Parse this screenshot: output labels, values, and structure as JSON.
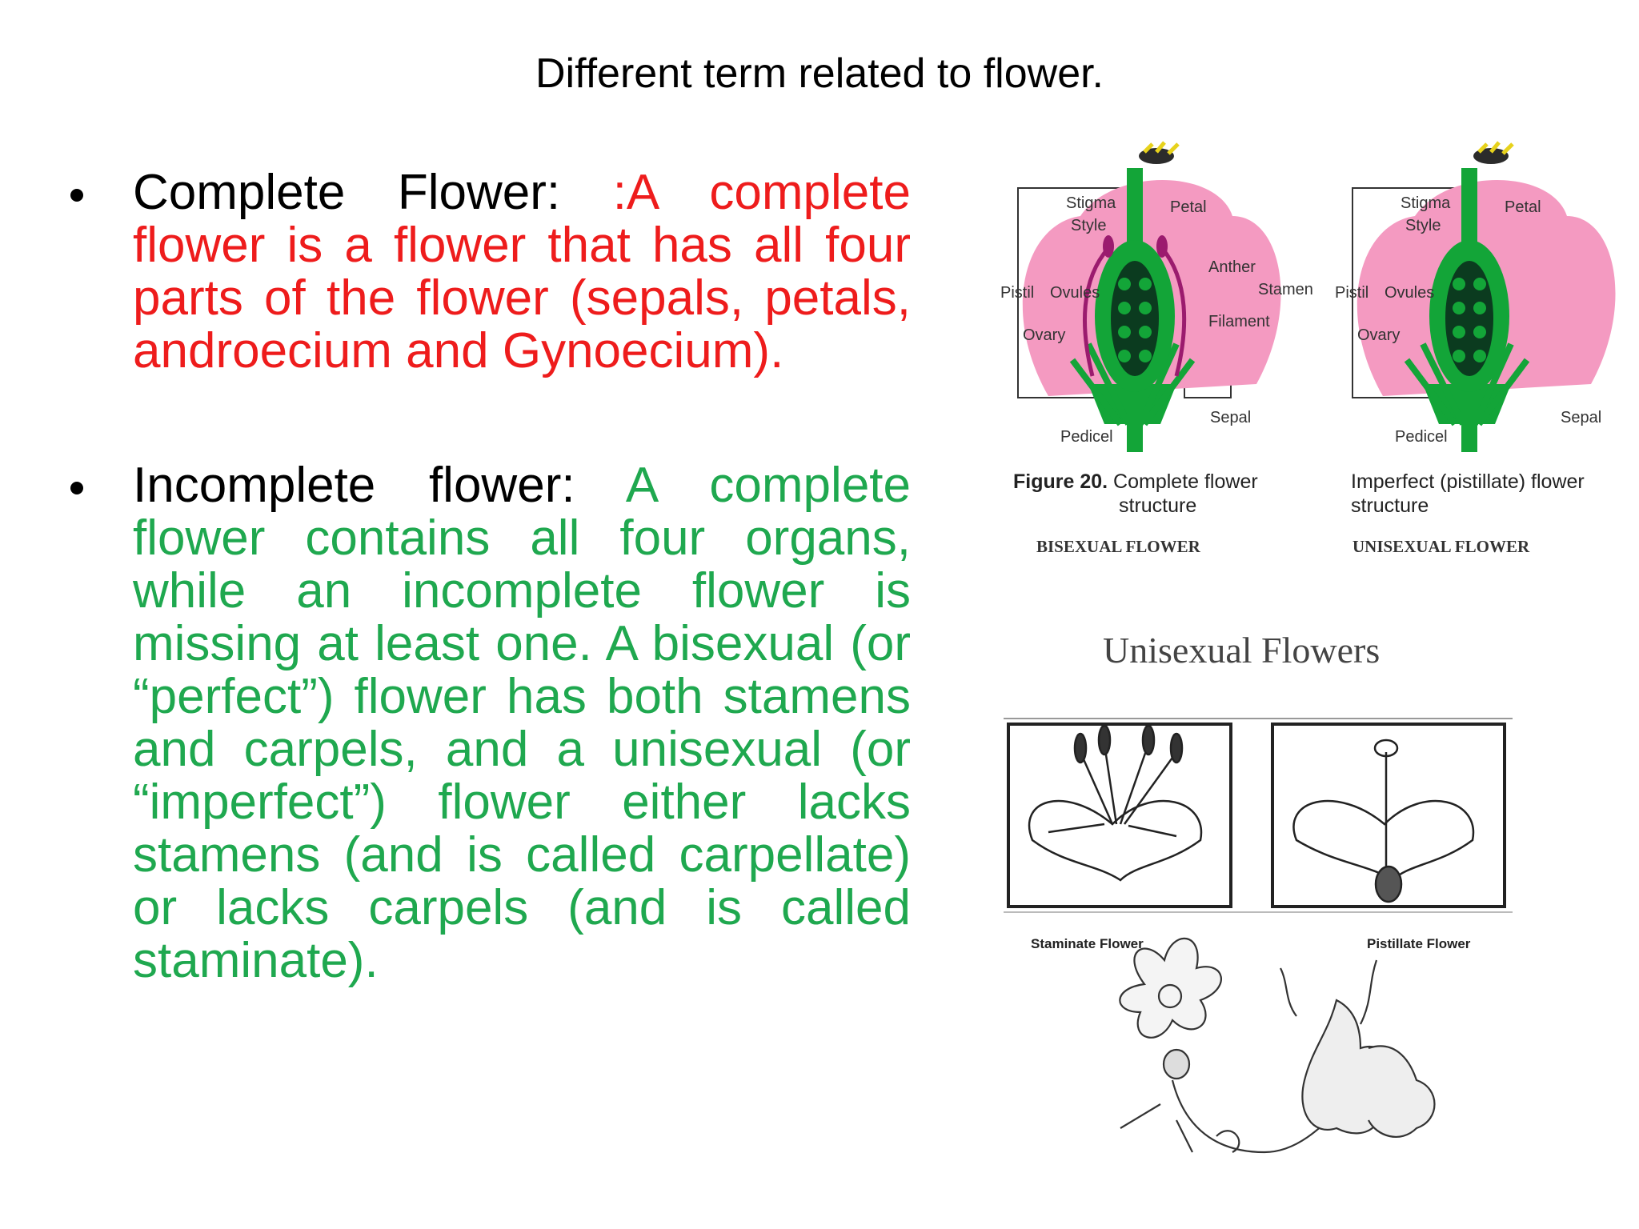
{
  "title": "Different term related to flower.",
  "bullets": [
    {
      "term": "Complete Flower: ",
      "definition": ":A complete flower is a flower that has all four parts of the flower (sepals, petals, androecium and Gynoecium).",
      "definition_color": "#ee1c1c"
    },
    {
      "term": "Incomplete flower: ",
      "definition": "A complete flower contains all four organs, while an incomplete flower is missing at least one. A bisexual (or “perfect”) flower has both stamens and carpels, and a unisexual (or “imperfect”) flower either lacks stamens (and is called carpellate) or lacks carpels (and is called staminate).",
      "definition_color": "#1fa84f"
    }
  ],
  "figure_complete": {
    "labels": {
      "stigma": "Stigma",
      "style": "Style",
      "petal": "Petal",
      "anther": "Anther",
      "stamen": "Stamen",
      "pistil": "Pistil",
      "ovules": "Ovules",
      "filament": "Filament",
      "ovary": "Ovary",
      "sepal": "Sepal",
      "pedicel": "Pedicel"
    },
    "caption_bold": "Figure 20.",
    "caption_rest_line1": "Complete flower",
    "caption_line2": "structure",
    "subtitle": "BISEXUAL FLOWER"
  },
  "figure_imperfect": {
    "labels": {
      "stigma": "Stigma",
      "style": "Style",
      "petal": "Petal",
      "pistil": "Pistil",
      "ovules": "Ovules",
      "ovary": "Ovary",
      "sepal": "Sepal",
      "pedicel": "Pedicel"
    },
    "caption_line1": "Imperfect (pistillate) flower",
    "caption_line2": "structure",
    "subtitle": "UNISEXUAL FLOWER"
  },
  "unisexual": {
    "heading": "Unisexual Flowers",
    "left_label": "Staminate Flower",
    "right_label": "Pistillate Flower"
  },
  "colors": {
    "petal_pink": "#f49ac1",
    "stem_green": "#13a538",
    "style_purple": "#9b1b6e",
    "ovule_dark": "#0b3b1f"
  }
}
